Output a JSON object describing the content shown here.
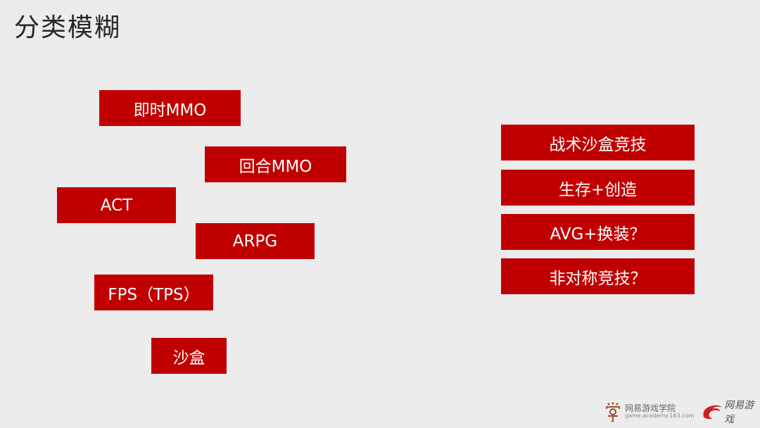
{
  "slide": {
    "title": "分类模糊",
    "accent_color": "#c00000",
    "left_boxes": [
      "即时MMO",
      "回合MMO",
      "ACT",
      "ARPG",
      "FPS（TPS）",
      "沙盒"
    ],
    "right_boxes": [
      "战术沙盒竞技",
      "生存+创造",
      "AVG+换装？",
      "非对称竞技？"
    ]
  },
  "footer": {
    "academy_name": "网易游戏学院",
    "academy_url": "game.academy.163.com",
    "brand_name": "网易游戏"
  }
}
